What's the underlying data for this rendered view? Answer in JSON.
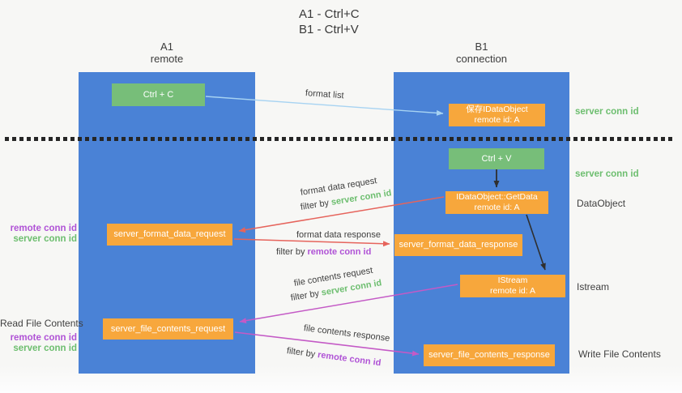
{
  "title": {
    "line1": "A1 - Ctrl+C",
    "line2": "B1 - Ctrl+V"
  },
  "columns": {
    "left": {
      "name": "A1",
      "subtitle": "remote"
    },
    "right": {
      "name": "B1",
      "subtitle": "connection"
    }
  },
  "boxes": {
    "ctrl_c": {
      "label": "Ctrl + C"
    },
    "save_idataobject": {
      "line1": "保存IDataObject",
      "line2": "remote id: A"
    },
    "ctrl_v": {
      "label": "Ctrl + V"
    },
    "getdata": {
      "line1": "IDataObject::GetData",
      "line2": "remote id: A"
    },
    "server_format_data_request": {
      "label": "server_format_data_request"
    },
    "server_format_data_response": {
      "label": "server_format_data_response"
    },
    "istream": {
      "line1": "IStream",
      "line2": "remote id: A"
    },
    "server_file_contents_request": {
      "label": "server_file_contents_request"
    },
    "server_file_contents_response": {
      "label": "server_file_contents_response"
    }
  },
  "arrow_labels": {
    "format_list": "format list",
    "format_data_request": "format data request",
    "format_data_response": "format data response",
    "file_contents_request": "file contents request",
    "file_contents_response": "file contents response",
    "filter_by": "filter by",
    "server_conn_id": "server conn id",
    "remote_conn_id": "remote conn id"
  },
  "side_labels": {
    "right_server_conn_id_top": "server conn id",
    "right_server_conn_id_mid": "server conn id",
    "dataobject": "DataObject",
    "istream": "Istream",
    "write_file_contents": "Write File Contents",
    "left_remote_conn_id_top": "remote conn id",
    "left_server_conn_id_top": "server conn id",
    "read_file_contents": "Read File Contents",
    "left_remote_conn_id_bottom": "remote conn id",
    "left_server_conn_id_bottom": "server conn id"
  },
  "colors": {
    "background": "#F7F7F5",
    "column_blue": "#4A82D6",
    "box_green": "#77BE79",
    "box_orange": "#F7A73C",
    "arrow_lightblue": "#A7D3F2",
    "arrow_red": "#E6645C",
    "arrow_magenta": "#C45AC6",
    "arrow_black": "#2F2F2F",
    "label_green": "#6DBE6F",
    "label_purple": "#B053D6",
    "text_dark": "#3F3F3F"
  }
}
